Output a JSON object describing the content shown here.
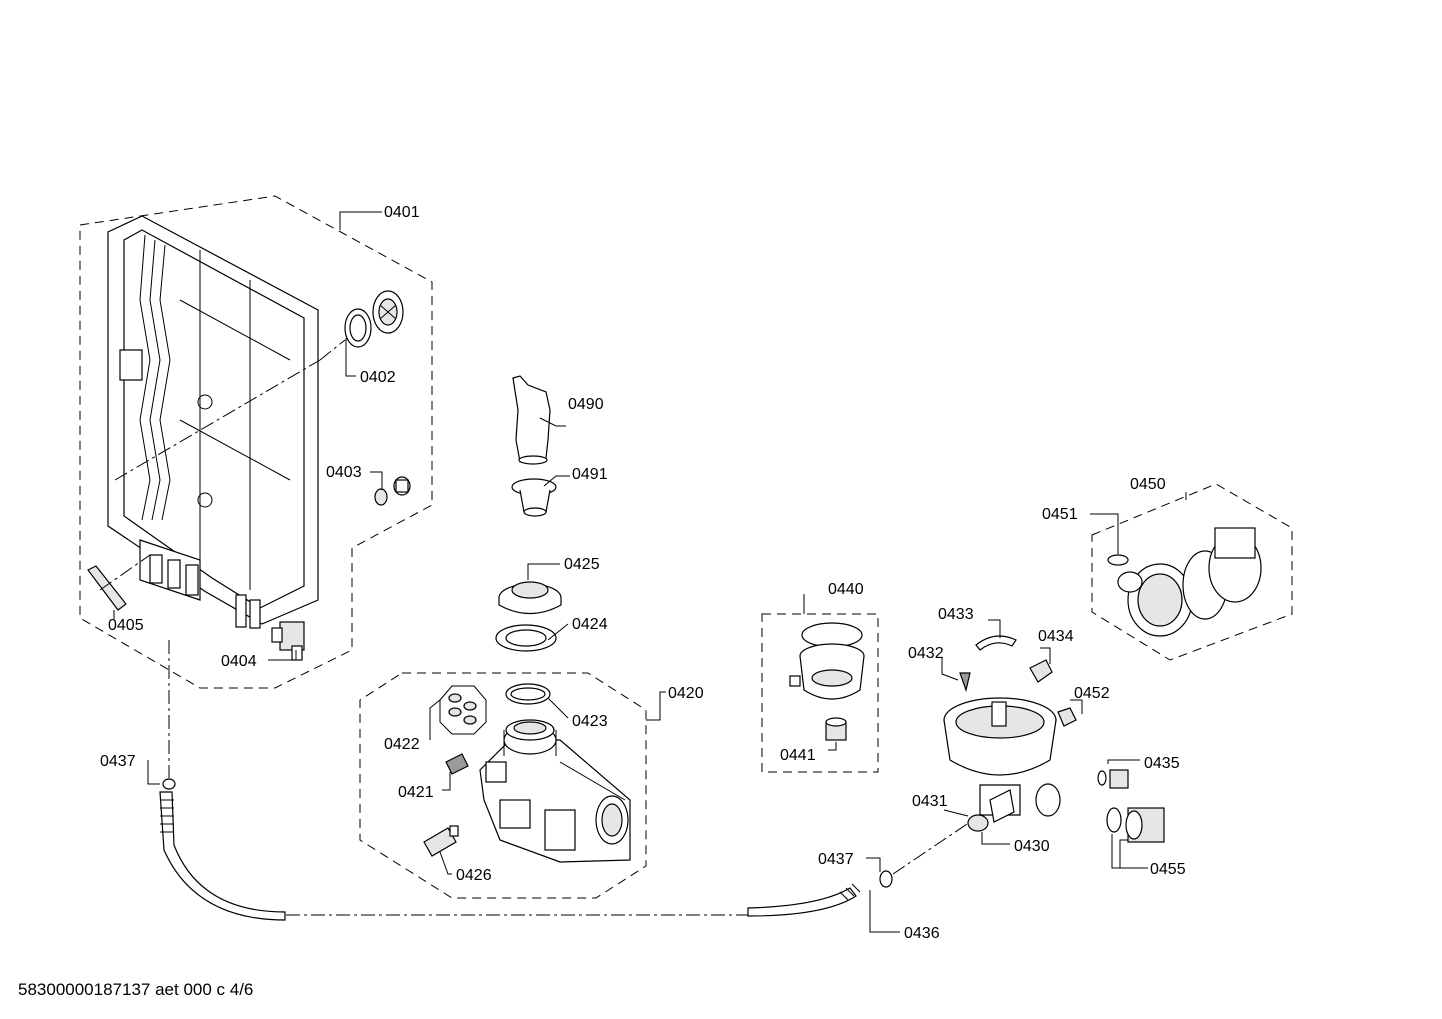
{
  "labels": {
    "l0401": "0401",
    "l0402": "0402",
    "l0403": "0403",
    "l0404": "0404",
    "l0405": "0405",
    "l0490": "0490",
    "l0491": "0491",
    "l0425": "0425",
    "l0424": "0424",
    "l0420": "0420",
    "l0423": "0423",
    "l0422": "0422",
    "l0421": "0421",
    "l0426": "0426",
    "l0437a": "0437",
    "l0437b": "0437",
    "l0436": "0436",
    "l0440": "0440",
    "l0441": "0441",
    "l0433": "0433",
    "l0434": "0434",
    "l0432": "0432",
    "l0452": "0452",
    "l0431": "0431",
    "l0430": "0430",
    "l0435": "0435",
    "l0455": "0455",
    "l0450": "0450",
    "l0451": "0451"
  },
  "footer": "58300000187137 aet 000 c 4/6"
}
